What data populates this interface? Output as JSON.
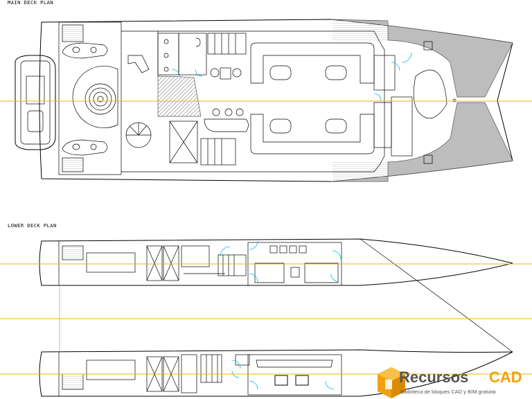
{
  "titles": {
    "main_deck": "MAIN DECK PLAN",
    "lower_deck": "LOWER DECK PLAN"
  },
  "watermark": {
    "brand_part1": "Recursos",
    "brand_part2": "CAD",
    "tagline": "Biblioteca de bloques CAD y BIM gratuita",
    "brand_color": "#f2a10c",
    "text_color": "#555555"
  },
  "colors": {
    "linework": "#000000",
    "centerline": "#f2b400",
    "door_swing": "#00bcd4",
    "hatch": "#808080"
  }
}
